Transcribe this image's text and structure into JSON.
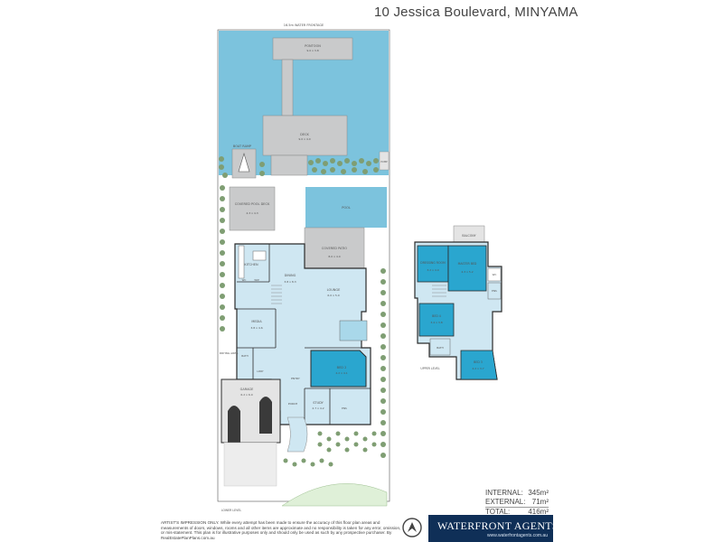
{
  "header": {
    "title": "10 Jessica Boulevard, MINYAMA"
  },
  "plan": {
    "water_frontage": "16.5m WATER FRONTAGE",
    "rooms": {
      "pontoon": {
        "name": "PONTOON",
        "dims": "9.0 x 3.8"
      },
      "deck": {
        "name": "DECK",
        "dims": "9.0 x 4.0"
      },
      "boat_ramp": {
        "name": "BOAT RAMP"
      },
      "pump": {
        "name": "PUMP"
      },
      "covered_pool_deck": {
        "name": "COVERED POOL DECK",
        "dims": "4.3 x 4.3"
      },
      "pool": {
        "name": "POOL"
      },
      "covered_patio": {
        "name": "COVERED PATIO",
        "dims": "8.0 x 4.0"
      },
      "kitchen": {
        "name": "KITCHEN"
      },
      "dining": {
        "name": "DINING",
        "dims": "3.8 x 8.3"
      },
      "lounge": {
        "name": "LOUNGE",
        "dims": "6.0 x 5.0"
      },
      "wc": {
        "name": "WC"
      },
      "wip": {
        "name": "WIP"
      },
      "media": {
        "name": "MEDIA",
        "dims": "3.8 x 4.6"
      },
      "drying_area": {
        "name": "DRYING AREA"
      },
      "bath_lower": {
        "name": "BATH"
      },
      "laundry": {
        "name": "LDRY"
      },
      "garage": {
        "name": "GARAGE",
        "dims": "6.2 x 6.0"
      },
      "bed2": {
        "name": "BED 2",
        "dims": "4.2 x 4.1"
      },
      "entry": {
        "name": "ENTRY"
      },
      "porch": {
        "name": "PORCH"
      },
      "study": {
        "name": "STUDY",
        "dims": "2.7 x 4.2"
      },
      "ens_lower": {
        "name": "ENS"
      },
      "balcony": {
        "name": "BALCONY"
      },
      "dressing_room": {
        "name": "DRESSING ROOM",
        "dims": "3.2 x 4.9"
      },
      "master_bed": {
        "name": "MASTER BED",
        "dims": "4.3 x 5.2"
      },
      "wc_upper": {
        "name": "WC"
      },
      "ens_upper": {
        "name": "ENS"
      },
      "bed4": {
        "name": "BED 4",
        "dims": "3.4 x 3.8"
      },
      "bath_upper": {
        "name": "BATH"
      },
      "bed3": {
        "name": "BED 3",
        "dims": "4.2 x 3.7"
      }
    },
    "upper_level_label": "UPPER LEVEL",
    "lower_level_label": "LOWER LEVEL"
  },
  "areas": {
    "internal_label": "INTERNAL:",
    "internal_value": "345m²",
    "external_label": "EXTERNAL:",
    "external_value": "71m²",
    "total_label": "TOTAL:",
    "total_value": "416m²"
  },
  "disclaimer": "ARTIST'S IMPRESSION ONLY. While every attempt has been made to ensure the accuracy of this floor plan areas and measurements of doors, windows, rooms and all other items are approximate and no responsibility is taken for any error, omission, or mis-statement. This plan is for illustrative purposes only and should only be used as such by any prospective purchaser. By RealEstatePlanPlans.com.au",
  "brand": {
    "name": "WATERFRONT AGENTS",
    "url": "www.waterfrontagents.com.au"
  },
  "colors": {
    "water": "#7cc3dd",
    "room": "#cfe7f2",
    "bedroom": "#2aa6cf",
    "deck": "#c9cacb",
    "wall": "#2b2b2b",
    "tree": "#7f9e73",
    "lawn": "#dff0d8",
    "brand": "#0f2f57"
  }
}
